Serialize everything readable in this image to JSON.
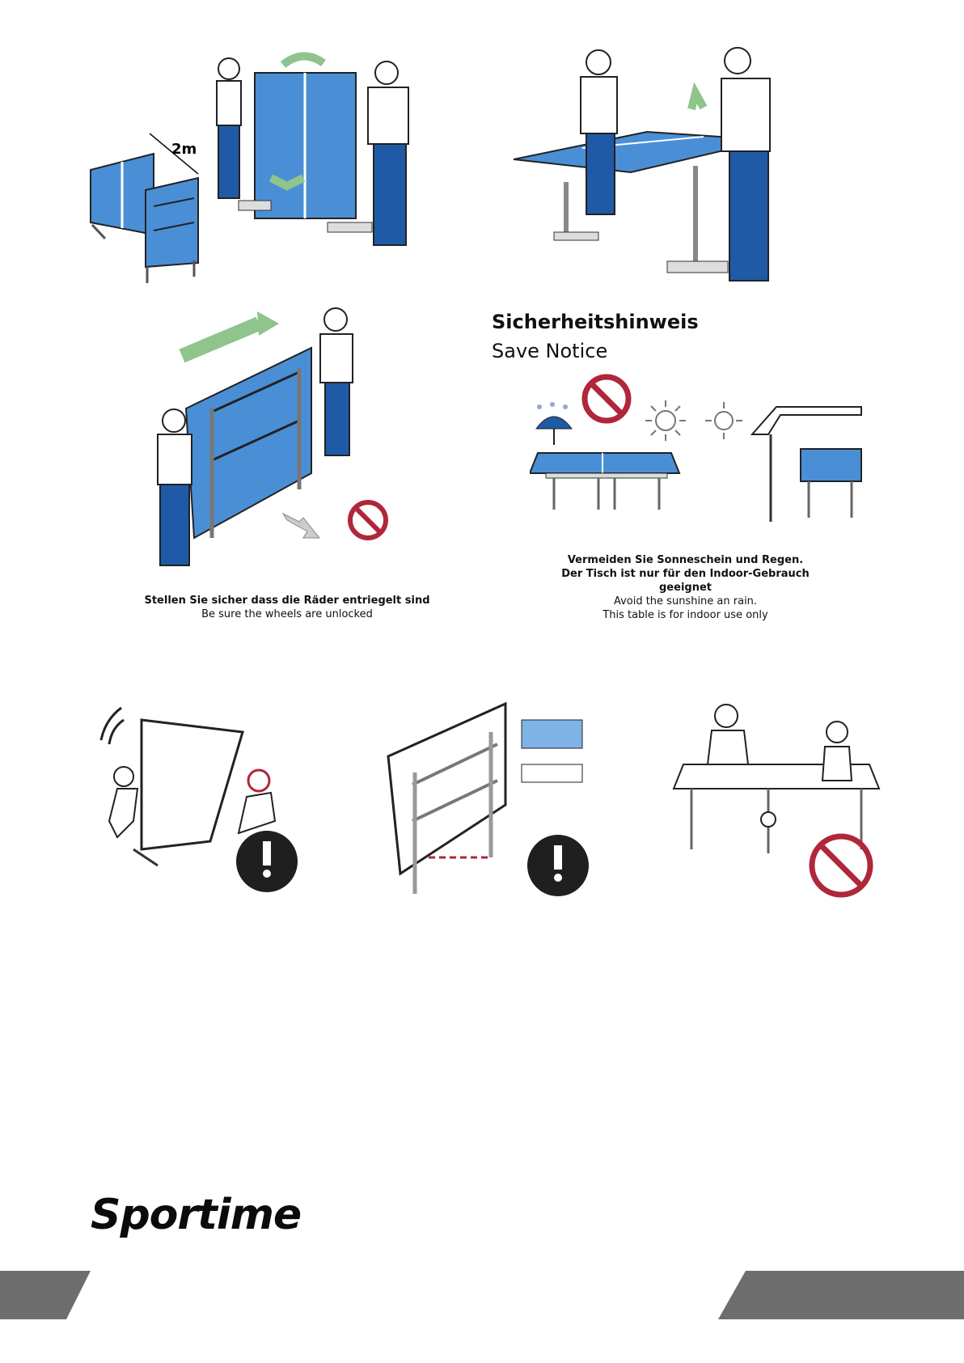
{
  "illustrations": {
    "fold_setup": {
      "label_2m": "2m"
    },
    "unfold_table": {},
    "move_table": {},
    "weather_warning": {},
    "falling_table": {},
    "pinch_hazard": {},
    "no_climbing": {}
  },
  "safety": {
    "title_de": "Sicherheitshinweis",
    "title_en": "Save Notice",
    "weather_caption": {
      "de_line1": "Vermeiden Sie Sonneschein und Regen.",
      "de_line2": "Der Tisch ist nur für den Indoor-Gebrauch",
      "de_line3": "geeignet",
      "en_line1": "Avoid the sunshine an rain.",
      "en_line2": "This table is for indoor use only"
    }
  },
  "wheels_caption": {
    "de": "Stellen Sie sicher dass die Räder entriegelt sind",
    "en": "Be sure the wheels are unlocked"
  },
  "brand": {
    "logo": "Sportime"
  },
  "colors": {
    "table_blue": "#4a8fd6",
    "leg_grey": "#9aa0a6",
    "warning_red": "#b0263a",
    "footer_grey": "#6e6e6e"
  }
}
